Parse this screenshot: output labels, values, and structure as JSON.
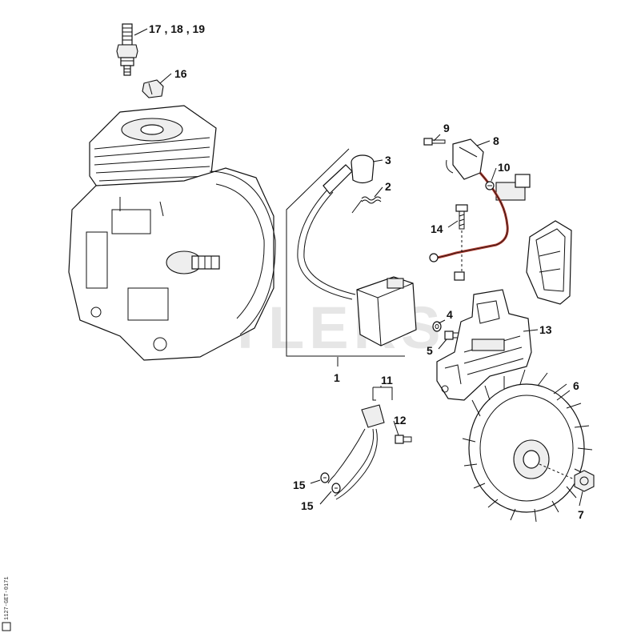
{
  "watermark": "CUTLERS",
  "side_code": "1127-GET-0171",
  "wire_color": "#b03a2e",
  "callouts": {
    "c1": "1",
    "c2": "2",
    "c3": "3",
    "c4": "4",
    "c5": "5",
    "c6": "6",
    "c7": "7",
    "c8": "8",
    "c9": "9",
    "c10": "10",
    "c11": "11",
    "c12": "12",
    "c13": "13",
    "c14": "14",
    "c15a": "15",
    "c15b": "15",
    "c16": "16",
    "c17": "17 , 18 , 19"
  }
}
